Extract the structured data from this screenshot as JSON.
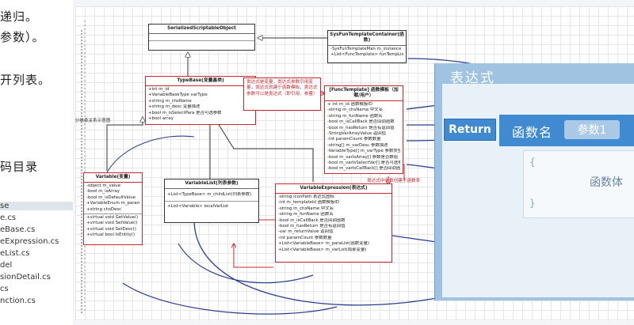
{
  "left_panel": {
    "lines": [
      "递归。",
      "参数）。",
      "开列表。",
      "码目录"
    ],
    "files": [
      "se",
      "e.cs",
      "eBase.cs",
      "eExpression.cs",
      "eList.cs",
      "del",
      "sionDetail.cs",
      "cs",
      "nction.cs"
    ]
  },
  "diagram": {
    "serialized": {
      "title": "SerializedScriptableObject"
    },
    "sysfun": {
      "title": "SysFunTemplateContainer(函数)",
      "rows": [
        "-SysFunTemplateMan m_instance",
        "+List<FuncTemplate> funTempList"
      ]
    },
    "typebase": {
      "title": "TypeBase(变量基类)",
      "rows": [
        "+int m_id",
        "+VariableBaseType varType",
        "+string m_chsName",
        "+string m_desc 变量描述",
        "+bool m_isSelectPara 是否可选参数",
        "+bool array"
      ]
    },
    "note1": "类达式是变量，类达式参数引用变量，类达式创建于函数模板，类达式参数可以是类达式（即引用、参量）",
    "note_left": "部分继承关系示意图",
    "functemplate": {
      "title": "[FuncTemplate] 函数模板（加载/用户）",
      "rows": [
        "+ int m_id 函数模板ID",
        "-string m_chsName 中文名",
        "-string m_funName 函数名",
        "-bool m_isCallBack 是否回调函数",
        "-bool m_hasReturn 是否有返回值",
        "-StringVarArrayValue 返回值",
        "-int paramCount 参数数量",
        "-string[] m_varDesc 参数描述",
        "-VariableType[] m_varType 参数类型",
        "-bool m_varIsArray[] 参数是否数组",
        "-bool m_varIsSelectVar[] 是否可选参数",
        "-bool m_varIsCallBack[] 是否回调函数"
      ]
    },
    "note2": "类达式中参数创建于函数表",
    "variable": {
      "title": "Variable(变量)",
      "rows": [
        "-object m_value",
        "-bool m_isArray",
        "-bool m_isDefaultValue",
        "+VariableEnum m_paramType",
        "+string chsDesc"
      ],
      "methods": [
        "+virtual void GetValue()",
        "+virtual void SetValue()",
        "+virtual void SetDesc()",
        "+virtual bool IsEntity()"
      ]
    },
    "variablelist": {
      "title": "VariableList(列表参数)",
      "rows": [
        "+List<TypeBase> m_childList(列表参数)",
        "+List<Variable> localVarList"
      ]
    },
    "variableexpression": {
      "title": "VariableExpression(表达式)",
      "rows": [
        "-string iconPath 表达式图标",
        "-int m_templateId 函数模板ID",
        "-string m_chsName 中文名",
        "-string m_funName 函数名",
        "-bool m_isCallBack 是否回调函数",
        "-bool m_hasReturn 是否有返回值",
        "-var m_returnValue 返回值",
        "-int paramCount 参数数量",
        "+List<VariableBase> m_paraList(函数变量)",
        "+List<VariableBase> m_varList(局部变量)"
      ]
    }
  },
  "expression_panel": {
    "title": "表达式",
    "return_label": "Return",
    "func_name": "函数名",
    "param": "参数1",
    "open_brace": "{",
    "close_brace": "}",
    "body": "函数体"
  }
}
